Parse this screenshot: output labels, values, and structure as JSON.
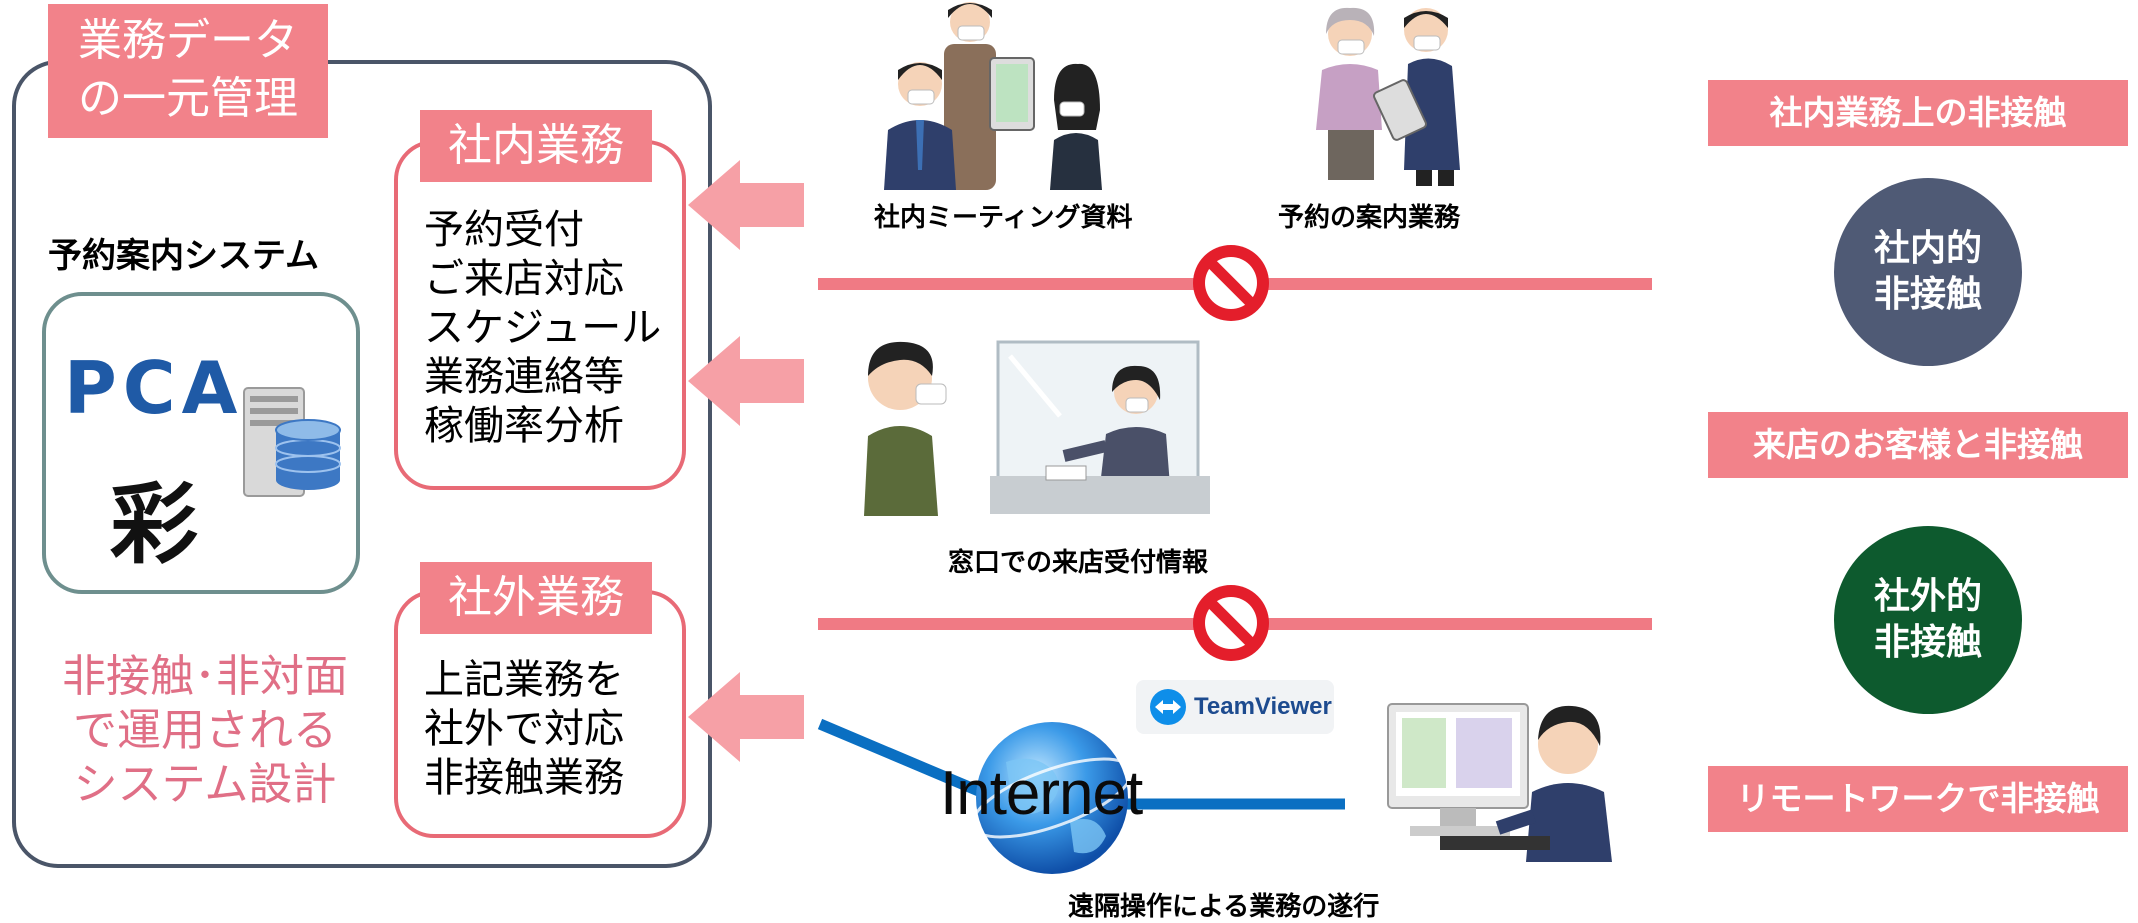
{
  "mgmt": {
    "lines": [
      "業務データ",
      "の一元管理"
    ]
  },
  "system_title": "予約案内システム",
  "logo": {
    "text": "PCA",
    "kanji": "彩"
  },
  "internal_box": {
    "label": "社内業務",
    "items": [
      "予約受付",
      "ご来店対応",
      "スケジュール",
      "業務連絡等",
      "稼働率分析"
    ]
  },
  "external_box": {
    "label": "社外業務",
    "items": [
      "上記業務を",
      "社外で対応",
      "非接触業務"
    ]
  },
  "slogan": {
    "lines": [
      "非接触･非対面",
      "で運用される",
      "システム設計"
    ]
  },
  "captions": {
    "meeting": "社内ミーティング資料",
    "reservation": "予約の案内業務",
    "counter": "窓口での来店受付情報",
    "remote": "遠隔操作による業務の遂行"
  },
  "internet_label": "Internet",
  "teamviewer_label": "TeamViewer",
  "right_labels": {
    "internal": "社内業務上の非接触",
    "visitor": "来店のお客様と非接触",
    "remote": "リモートワークで非接触"
  },
  "circles": {
    "internal": {
      "lines": [
        "社内的",
        "非接触"
      ],
      "color": "#4f5a75"
    },
    "external": {
      "lines": [
        "社外的",
        "非接触"
      ],
      "color": "#0d5a2e"
    }
  },
  "colors": {
    "pink": "#f2828a",
    "bar": "#f07a84",
    "frame": "#4a5568",
    "ring": "#e86a76",
    "slogan": "#e06f86",
    "line_blue": "#0a6fc2"
  }
}
